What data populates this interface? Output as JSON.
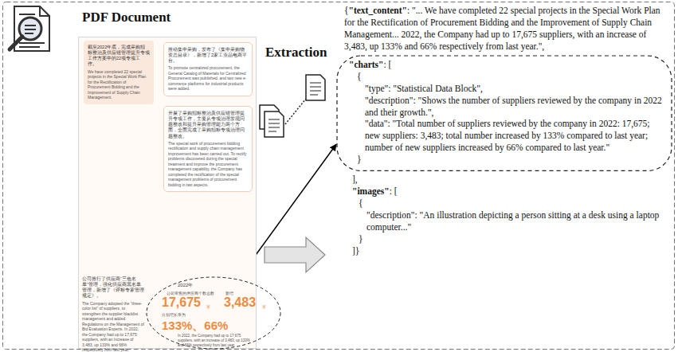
{
  "diagram": {
    "nodes": [
      {
        "text": [
          "PDF Document",
          "公司推行了供应商“三色名单”管理，强化供应商黑名单管理，新增了《评标专家管理规定》。",
          "The Company adopted the “three-color list” of suppliers, to strengthen the supplier blacklist management and added Regulations on the Management of Bid Evaluation Experts. In 2022, the Company had up to 17,675 suppliers, with an increase of 3,483, up 133% and 66% respectively from last year."
        ]
      },
      {
        "text": [
          "截至2022年底，完成采购招标整治及供应链管理提升专项工作方案中的22项专项工作。",
          "We have completed 22 special projects in the Special Work Plan for the Rectification of Procurement Bidding and the Improvement of Supply Chain Management."
        ],
        "in": 0
      },
      {
        "text": [
          "推动集中采购，发布了《集中采购物资总目录》，新增了2家工业品电商平台。",
          "To promote centralized procurement, the General Catalog of Materials for Centralized Procurement was published, and two new e-commerce platforms for industrial products were added."
        ],
        "in": 0
      },
      {
        "text": [
          "开展了采购招标整治及供应链管理提升专项工作，主要从专项治理发现问题整改和提升采购管理能力两个方面，全面完成了采购招标专项治理问题整改。",
          "The special work of procurement bidding rectification and supply chain management improvement has been carried out. To rectify problems discovered during the special treatment and improve the procurement management capability, the Company has completed the rectification of the special management problems of procurement bidding in two aspects."
        ],
        "in": 0
      },
      {
        "text": [
          "2022年",
          "公司审查的供应商个数总数",
          "新增",
          "17,675",
          "家",
          "3,483",
          "家",
          "分别增长率为",
          "133%、66%",
          "In 2022, the Company had up to 17,675 suppliers, with an increase of 3,483, up 133% and 66% respectively from last year."
        ],
        "in": 0
      },
      {
        "text": [
          "\"charts\"",
          ": [",
          "{",
          "\"type\": \"Statistical Data Block\",",
          "\"description\": \"Shows the number of suppliers reviewed by the company in 2022 and their growth.\",",
          "\"data\": \"Total number of suppliers reviewed by the company in 2022: 17,675; new suppliers: 3,483; total number increased by 133% compared to last year; number of new suppliers increased by 66% compared to last year.\"",
          "}"
        ]
      }
    ],
    "edges": [
      {
        "from": 4,
        "to": 5,
        "arrow": "to"
      }
    ],
    "labels": [
      "Extraction",
      "{",
      "\"text_content\"",
      ": \"... We have completed 22 special projects in the Special Work Plan for the Rectification of Procurement Bidding and the Improvement of Supply Chain Management... 2022, the Company had up to 17,675 suppliers, with an increase of 3,483, up 133% and 66% respectively from last year.\",",
      "],",
      "\"images\"",
      ": [",
      "{",
      "\"description\": \"An illustration depicting a person sitting at a desk using a laptop computer...\"",
      "}",
      "]}"
    ]
  }
}
